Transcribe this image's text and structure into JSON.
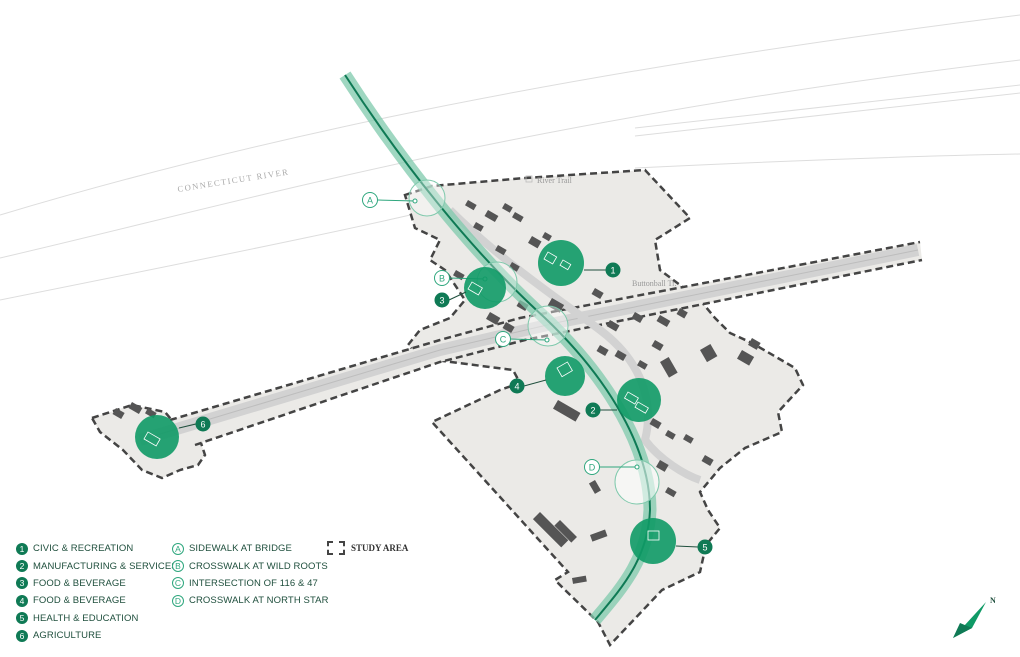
{
  "map": {
    "river_label": "CONNECTICUT RIVER",
    "trails": [
      {
        "name": "River Trail"
      },
      {
        "name": "Buttonball Tr."
      }
    ],
    "north_label": "N"
  },
  "sites": [
    {
      "id": "1",
      "type": "numbered"
    },
    {
      "id": "2",
      "type": "numbered"
    },
    {
      "id": "3",
      "type": "numbered"
    },
    {
      "id": "4",
      "type": "numbered"
    },
    {
      "id": "5",
      "type": "numbered"
    },
    {
      "id": "6",
      "type": "numbered"
    },
    {
      "id": "A",
      "type": "lettered"
    },
    {
      "id": "B",
      "type": "lettered"
    },
    {
      "id": "C",
      "type": "lettered"
    },
    {
      "id": "D",
      "type": "lettered"
    }
  ],
  "legend": {
    "numbered": [
      {
        "num": "1",
        "label": "CIVIC & RECREATION"
      },
      {
        "num": "2",
        "label": "MANUFACTURING & SERVICES"
      },
      {
        "num": "3",
        "label": "FOOD & BEVERAGE"
      },
      {
        "num": "4",
        "label": "FOOD & BEVERAGE"
      },
      {
        "num": "5",
        "label": "HEALTH & EDUCATION"
      },
      {
        "num": "6",
        "label": "AGRICULTURE"
      }
    ],
    "lettered": [
      {
        "letter": "A",
        "label": "SIDEWALK AT BRIDGE"
      },
      {
        "letter": "B",
        "label": "CROSSWALK AT WILD ROOTS"
      },
      {
        "letter": "C",
        "label": "INTERSECTION OF 116 & 47"
      },
      {
        "letter": "D",
        "label": "CROSSWALK AT NORTH STAR"
      }
    ],
    "study_area": "STUDY AREA"
  },
  "colors": {
    "accent_dark": "#0f7a55",
    "accent_light": "#2fa77e",
    "study_fill": "#ebeae7",
    "building": "#555555"
  }
}
